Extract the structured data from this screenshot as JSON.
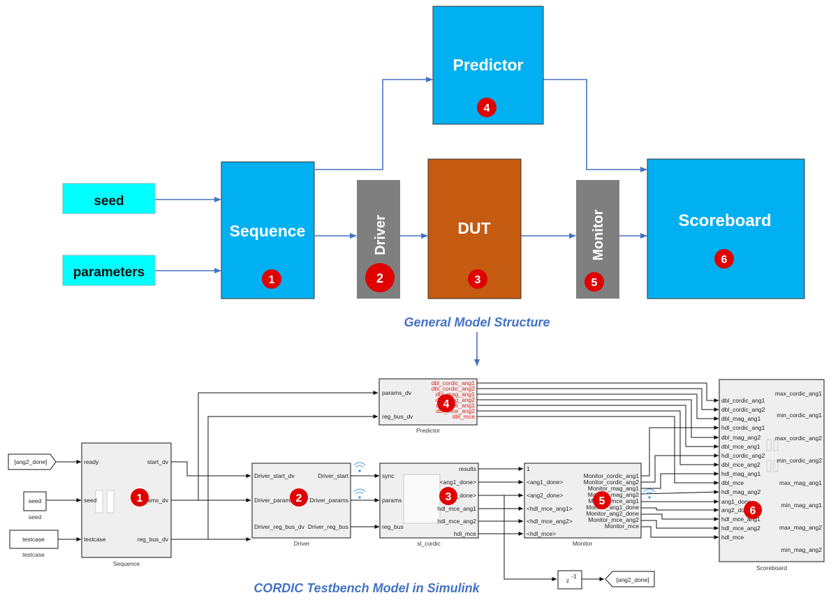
{
  "general": {
    "inputs": [
      "seed",
      "parameters"
    ],
    "sequence": "Sequence",
    "driver": "Driver",
    "dut": "DUT",
    "monitor": "Monitor",
    "predictor": "Predictor",
    "scoreboard": "Scoreboard",
    "title": "General  Model Structure",
    "badges": [
      "1",
      "2",
      "3",
      "4",
      "5",
      "6"
    ]
  },
  "colors": {
    "blue_block": "#00b0f0",
    "cyan_input": "#00ffff",
    "gray_block": "#7f7f7f",
    "dut_block": "#c55a11",
    "arrow": "#4472c4",
    "badge": "#e00000",
    "title": "#4472c4"
  },
  "simulink": {
    "title": "CORDIC Testbench Model in Simulink",
    "goto_from": "[ang2_done]",
    "seed_block": "seed",
    "seed_caption": "seed",
    "testcase_block": "testcase",
    "testcase_caption": "testcase",
    "delay": "z",
    "delay_exp": "-1",
    "goto_to": "[ang2_done]",
    "sequence": {
      "caption": "Sequence",
      "in_ports": [
        "ready",
        "seed",
        "testcase"
      ],
      "out_ports": [
        "start_dv",
        "params_dv",
        "reg_bus_dv"
      ]
    },
    "driver": {
      "caption": "Driver",
      "in_ports": [
        "Driver_start_dv",
        "Driver_params_dv",
        "Driver_reg_bus_dv"
      ],
      "out_ports": [
        "Driver_start",
        "Driver_params",
        "Driver_reg_bus"
      ]
    },
    "cordic": {
      "caption": "sl_cordic",
      "in_ports": [
        "sync",
        "params",
        "reg_bus"
      ],
      "out_ports": [
        "results",
        "<ang1_done>",
        "<ang2_done>",
        "hdl_mce_ang1",
        "hdl_mce_ang2",
        "hdl_mce"
      ]
    },
    "predictor": {
      "caption": "Predictor",
      "in_ports": [
        "params_dv",
        "reg_bus_dv"
      ],
      "out_ports": [
        "dbl_cordic_ang1",
        "dbl_cordic_ang2",
        "dbl_mag_ang1",
        "dbl_mag_ang2",
        "dbl_mce_ang1",
        "dbl_mce_ang2",
        "dbl_mce"
      ]
    },
    "monitor": {
      "caption": "Monitor",
      "in_ports": [
        "1",
        "<ang1_done>",
        "<ang2_done>",
        "<hdl_mce_ang1>",
        "<hdl_mce_ang2>",
        "<hdl_mce>"
      ],
      "out_ports": [
        "Monitor_cordic_ang1",
        "Monitor_cordic_ang2",
        "Monitor_mag_ang1",
        "Monitor_mag_ang2",
        "Monitor_mce_ang1",
        "Monitor_ang1_done",
        "Monitor_ang2_done",
        "Monitor_mce_ang2",
        "Monitor_mce"
      ]
    },
    "scoreboard": {
      "caption": "Scoreboard",
      "in_ports": [
        "dbl_cordic_ang1",
        "dbl_cordic_ang2",
        "dbl_mag_ang1",
        "hdl_cordic_ang1",
        "dbl_mag_ang2",
        "dbl_mce_ang1",
        "hdl_cordic_ang2",
        "dbl_mce_ang2",
        "hdl_mag_ang1",
        "dbl_mce",
        "hdl_mag_ang2",
        "ang1_done",
        "ang2_done",
        "hdl_mce_ang1",
        "hdl_mce_ang2",
        "hdl_mce"
      ],
      "out_ports": [
        "max_cordic_ang1",
        "min_cordic_ang1",
        "max_cordic_ang2",
        "min_cordic_ang2",
        "max_mag_ang1",
        "min_mag_ang1",
        "max_mag_ang2",
        "min_mag_ang2"
      ]
    }
  }
}
